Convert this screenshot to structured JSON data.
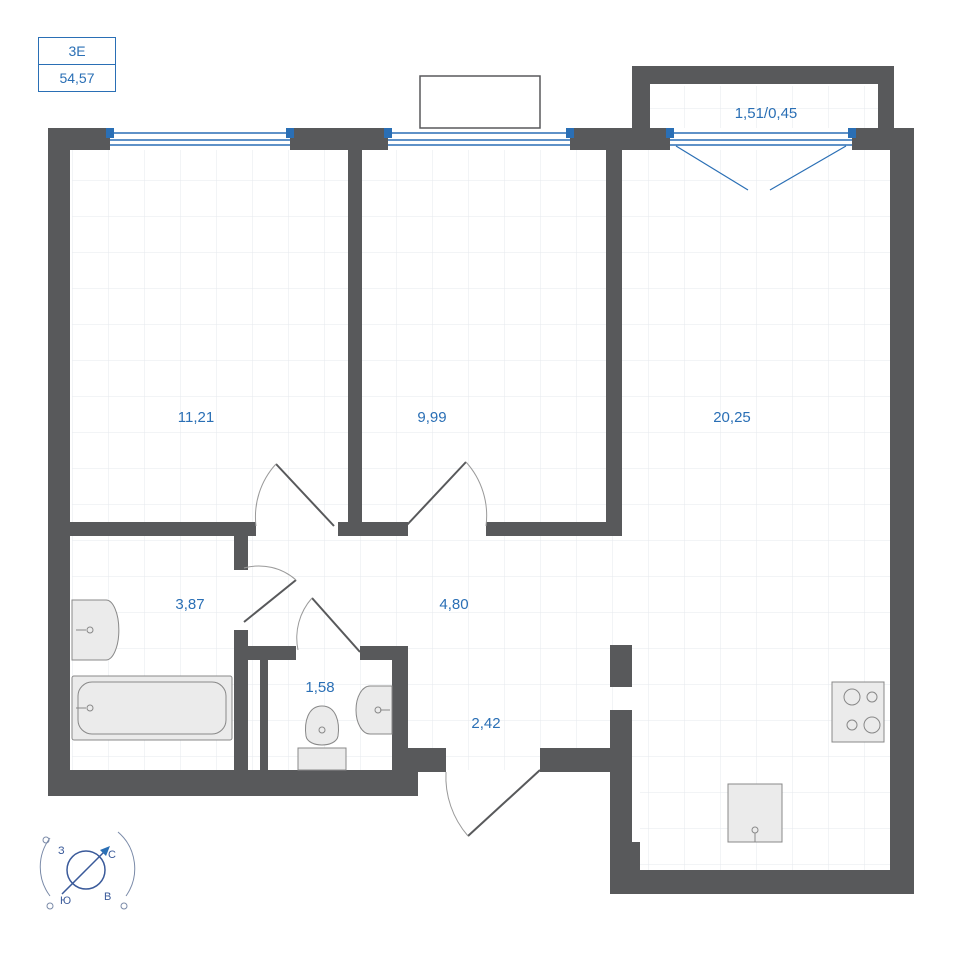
{
  "header": {
    "apartment_type": "3E",
    "total_area": "54,57"
  },
  "rooms": {
    "bedroom_left": "11,21",
    "bedroom_middle": "9,99",
    "living_kitchen": "20,25",
    "balcony": "1,51/0,45",
    "bathroom": "3,87",
    "hall": "4,80",
    "toilet": "1,58",
    "entry": "2,42"
  },
  "compass": {
    "north": "С",
    "east": "В",
    "south": "Ю",
    "west": "З"
  },
  "colors": {
    "wall": "#58595b",
    "label": "#2a6fb5",
    "window": "#2a6fb5",
    "grid": "#e6e9ed"
  }
}
